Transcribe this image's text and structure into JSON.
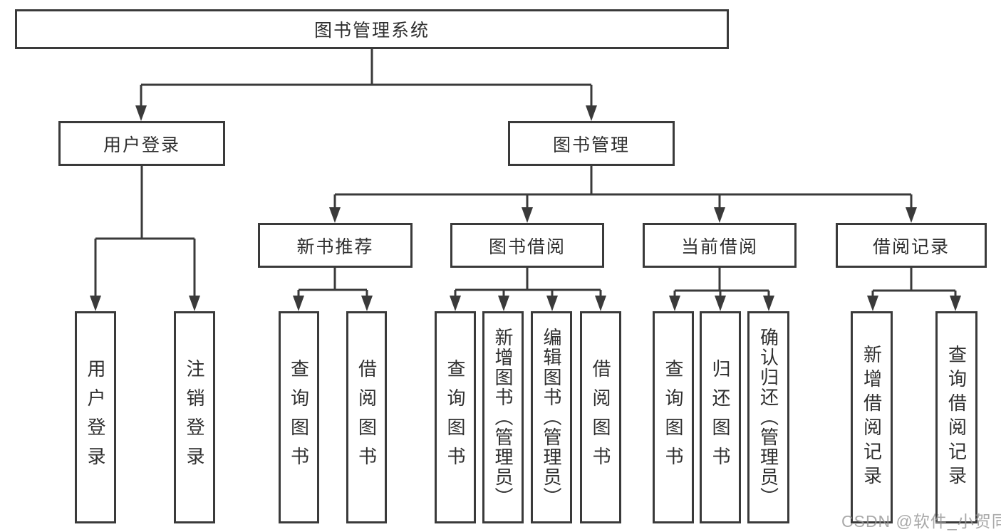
{
  "tree": {
    "root": {
      "label": "图书管理系统"
    },
    "branches": [
      {
        "label": "用户登录",
        "children": [
          {
            "label": "用户登录"
          },
          {
            "label": "注销登录"
          }
        ]
      },
      {
        "label": "图书管理",
        "children": [
          {
            "label": "新书推荐",
            "children": [
              {
                "label": "查询图书"
              },
              {
                "label": "借阅图书"
              }
            ]
          },
          {
            "label": "图书借阅",
            "children": [
              {
                "label": "查询图书"
              },
              {
                "label": "新增图书（管理员）"
              },
              {
                "label": "编辑图书（管理员）"
              },
              {
                "label": "借阅图书"
              }
            ]
          },
          {
            "label": "当前借阅",
            "children": [
              {
                "label": "查询图书"
              },
              {
                "label": "归还图书"
              },
              {
                "label": "确认归还（管理员）"
              }
            ]
          },
          {
            "label": "借阅记录",
            "children": [
              {
                "label": "新增借阅记录"
              },
              {
                "label": "查询借阅记录"
              }
            ]
          }
        ]
      }
    ]
  },
  "watermark": {
    "text": "CSDN @软件_小贺同学"
  },
  "colors": {
    "line": "#3a3a3a",
    "text": "#2f2f2f",
    "background": "#ffffff",
    "watermark": "#949494"
  }
}
